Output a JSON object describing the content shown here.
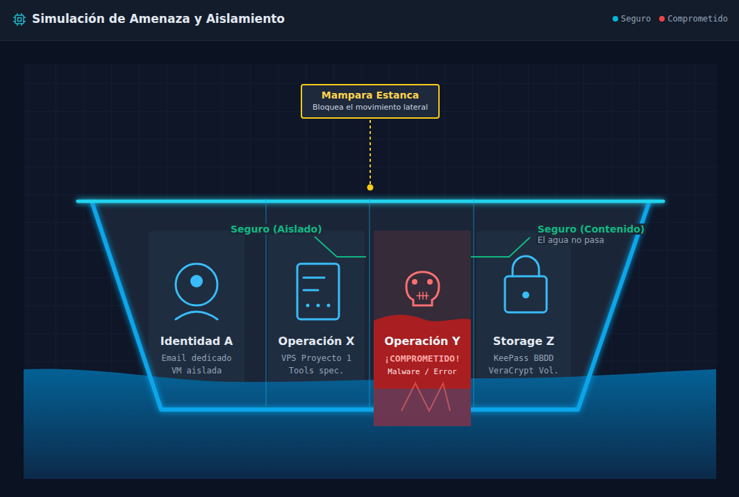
{
  "diagram": {
    "title": "Simulación de Amenaza y Aislamiento",
    "nodes": [
      {
        "text": [
          "Mampara Estanca",
          "Bloquea el movimiento lateral"
        ]
      },
      {
        "text": [
          "Identidad A",
          "Email dedicado",
          "VM aislada"
        ]
      },
      {
        "text": [
          "Operación X",
          "VPS Proyecto 1",
          "Tools spec."
        ]
      },
      {
        "text": [
          "Operación Y",
          "¡COMPROMETIDO!",
          "Malware / Error"
        ]
      },
      {
        "text": [
          "Storage Z",
          "KeePass BBDD",
          "VeraCrypt Vol."
        ]
      }
    ],
    "labels": [
      "Seguro (Aislado)",
      "Seguro (Contenido)",
      "El agua no pasa"
    ],
    "legend": [
      {
        "text": "Seguro",
        "color": "#06b6d4"
      },
      {
        "text": "Comprometido",
        "color": "#ef4444"
      }
    ]
  }
}
